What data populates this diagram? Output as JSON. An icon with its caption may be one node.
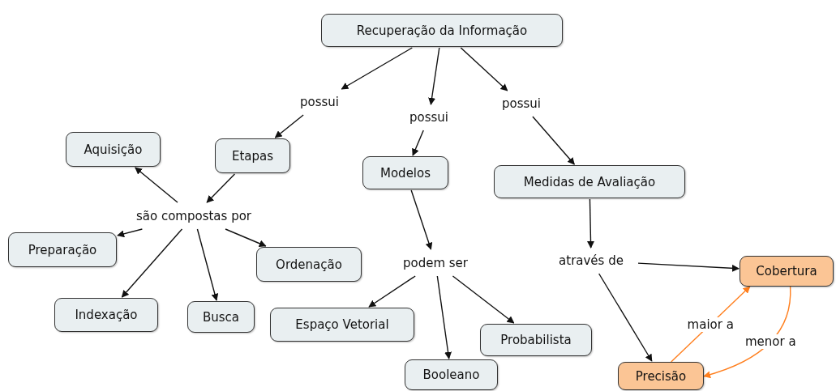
{
  "diagram": {
    "nodes": [
      {
        "text": [
          "Recuperação da Informação"
        ]
      },
      {
        "text": [
          "possui"
        ]
      },
      {
        "text": [
          "possui"
        ]
      },
      {
        "text": [
          "possui"
        ]
      },
      {
        "text": [
          "Aquisição"
        ]
      },
      {
        "text": [
          "Etapas"
        ]
      },
      {
        "text": [
          "Modelos"
        ]
      },
      {
        "text": [
          "Medidas de Avaliação"
        ]
      },
      {
        "text": [
          "são compostas por"
        ]
      },
      {
        "text": [
          "Preparação"
        ]
      },
      {
        "text": [
          "Ordenação"
        ]
      },
      {
        "text": [
          "podem ser"
        ]
      },
      {
        "text": [
          "através de"
        ]
      },
      {
        "text": [
          "Cobertura"
        ]
      },
      {
        "text": [
          "Indexação"
        ]
      },
      {
        "text": [
          "Busca"
        ]
      },
      {
        "text": [
          "Espaço Vetorial"
        ]
      },
      {
        "text": [
          "Probabilista"
        ]
      },
      {
        "text": [
          "Booleano"
        ]
      },
      {
        "text": [
          "Precisão"
        ]
      }
    ],
    "edges": [
      {
        "from": 0,
        "to": 1,
        "arrow": "to"
      },
      {
        "from": 1,
        "to": 5,
        "arrow": "to"
      },
      {
        "from": 0,
        "to": 2,
        "arrow": "to"
      },
      {
        "from": 2,
        "to": 6,
        "arrow": "to"
      },
      {
        "from": 0,
        "to": 3,
        "arrow": "to"
      },
      {
        "from": 3,
        "to": 7,
        "arrow": "to"
      },
      {
        "from": 5,
        "to": 8,
        "arrow": "to"
      },
      {
        "from": 8,
        "to": 4,
        "arrow": "to"
      },
      {
        "from": 8,
        "to": 9,
        "arrow": "to"
      },
      {
        "from": 8,
        "to": 10,
        "arrow": "to"
      },
      {
        "from": 8,
        "to": 14,
        "arrow": "to"
      },
      {
        "from": 8,
        "to": 15,
        "arrow": "to"
      },
      {
        "from": 6,
        "to": 11,
        "arrow": "to"
      },
      {
        "from": 11,
        "to": 16,
        "arrow": "to"
      },
      {
        "from": 11,
        "to": 18,
        "arrow": "to"
      },
      {
        "from": 11,
        "to": 17,
        "arrow": "to"
      },
      {
        "from": 7,
        "to": 12,
        "arrow": "to"
      },
      {
        "from": 12,
        "to": 13,
        "arrow": "to"
      },
      {
        "from": 12,
        "to": 19,
        "arrow": "to"
      },
      {
        "from": 19,
        "to": 13,
        "arrow": "to",
        "label": "maior a",
        "color": "#ff7f1e"
      },
      {
        "from": 13,
        "to": 19,
        "arrow": "to",
        "label": "menor a",
        "color": "#ff7f1e"
      }
    ]
  }
}
